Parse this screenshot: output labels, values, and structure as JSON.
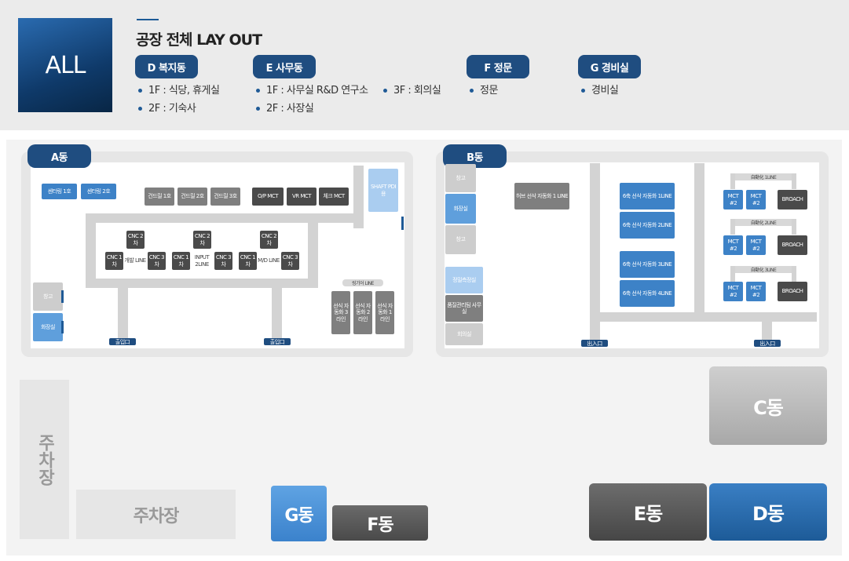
{
  "header": {
    "all_label": "ALL",
    "title": "공장 전체 LAY OUT",
    "groups": [
      {
        "badge": "D 복지동",
        "lines": [
          "1F : 식당, 휴게실",
          "2F : 기숙사"
        ]
      },
      {
        "badge": "E 사무동",
        "lines": [
          "1F : 사무실 R&D 연구소",
          "2F : 사장실",
          "3F : 회의실"
        ]
      },
      {
        "badge": "F 정문",
        "lines": [
          "정문"
        ]
      },
      {
        "badge": "G 경비실",
        "lines": [
          "경비실"
        ]
      }
    ]
  },
  "building_a": {
    "tab": "A동",
    "centering": [
      "센터링 1호",
      "센터링 2호"
    ],
    "gundrill": [
      "건드릴 1호",
      "건드릴 2호",
      "건드릴 3호"
    ],
    "mct": [
      "O/P MCT",
      "VR MCT",
      "체크 MCT"
    ],
    "shaft": "SHAFT PDI용",
    "lines": [
      {
        "name": "개발 LINE",
        "cnc2": "CNC 2차",
        "cnc1": "CNC 1차",
        "cnc3": "CNC 3차"
      },
      {
        "name": "INPUT 2LINE",
        "cnc2": "CNC 2차",
        "cnc1": "CNC 1차",
        "cnc3": "CNC 3차"
      },
      {
        "name": "M/D LINE",
        "cnc2": "CNC 2차",
        "cnc1": "CNC 1차",
        "cnc3": "CNC 3차"
      }
    ],
    "storage": "창고",
    "restroom": "화장실",
    "ring_gear": "링기어 LINE",
    "lathe": [
      "선식 자동화 3라인",
      "선식 자동화 2라인",
      "선식 자동화 1라인"
    ],
    "entrances": [
      "출입口",
      "출입口"
    ]
  },
  "building_b": {
    "tab": "B동",
    "left_rooms": [
      "창고",
      "화장실",
      "창고",
      "정밀측정실",
      "품질관리팀 사무실",
      "회의실"
    ],
    "hub_line": "허브 선삭 자동화 1 LINE",
    "six_axis": [
      "6축 선삭 자동화 1LINE",
      "6축 선삭 자동화 2LINE",
      "6축 선삭 자동화 3LINE",
      "6축 선삭 자동화 4LINE"
    ],
    "auto_lines": [
      {
        "label": "自動化 1LINE",
        "mct_a": "MCT #2",
        "mct_b": "MCT #2",
        "broach": "BROACH"
      },
      {
        "label": "自動化 2LINE",
        "mct_a": "MCT #2",
        "mct_b": "MCT #2",
        "broach": "BROACH"
      },
      {
        "label": "自動化 3LINE",
        "mct_a": "MCT #2",
        "mct_b": "MCT #2",
        "broach": "BROACH"
      }
    ],
    "entrances": [
      "出入口",
      "出入口"
    ]
  },
  "site": {
    "parking_vertical": "주차장",
    "parking": "주차장",
    "c": "C동",
    "d": "D동",
    "e": "E동",
    "f": "F동",
    "g": "G동"
  }
}
